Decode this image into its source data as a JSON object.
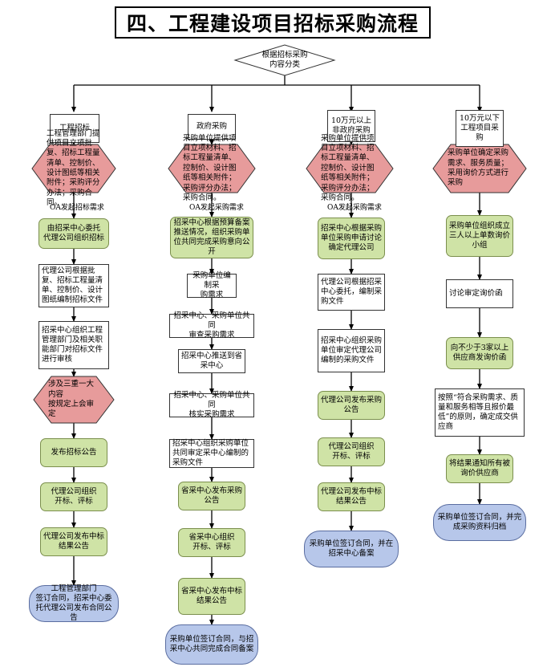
{
  "title": "四、工程建设项目招标采购流程",
  "root": "根据招标采购\n内容分类",
  "branches": [
    {
      "header": "工程招标",
      "start": "工程管理部门提供项目立项批复、招标工程量清单、控制价、设计图纸等相关附件；采购评分办法；采购合同。",
      "note": "OA发起招标需求",
      "steps": [
        "由招采中心委托\n代理公司组织招标",
        "代理公司根据批复、招标工程量清单、控制价、设计图纸编制招标文件",
        "招采中心组织工程管理部门及相关职能部门对招标文件进行审核",
        "涉及三重一大内容\n按规定上会审定",
        "发布招标公告",
        "代理公司组织\n开标、评标",
        "代理公司发布中标\n结果公告",
        "工程管理部门\n签订合同，招采中心委托代理公司发布合同公告"
      ]
    },
    {
      "header": "政府采购",
      "start": "采购单位提供项目立项材料、招标工程量清单、控制价、设计图纸等相关附件；采购评分办法；采购合同。",
      "note": "OA发起采购需求",
      "steps": [
        "招采中心根据预算备案推送情况，组织采购单位共同完成采购意向公开",
        "采购单位编制采\n购需求",
        "招采中心、采购单位共同\n审查采购需求",
        "招采中心推送到省\n采中心",
        "招采中心、采购单位共同\n核实采购需求",
        "招采中心组织采购单位共同审定采中心编制的采购文件",
        "省采中心发布采购\n公告",
        "省采中心组织\n开标、评标",
        "省采中心发布中标\n结果公告",
        "采购单位签订合同，与招采中心共同完成合同备案"
      ]
    },
    {
      "header": "10万元以上\n非政府采购",
      "start": "采购单位提供项目立项材料、招标工程量清单、控制价、设计图纸等相关附件；采购评分办法；采购合同。",
      "note": "OA发起采购需求",
      "steps": [
        "招采中心根据采购单位采购申请讨论确定代理公司",
        "代理公司根据招采中心委托，编制采购文件",
        "招采中心组织采购单位审定代理公司编制的采购文件",
        "代理公司发布采购\n公告",
        "代理公司组织\n开标、评标",
        "代理公司发布中标\n结果公告",
        "采购单位签订合同，并在\n招采中心备案"
      ]
    },
    {
      "header": "10万元以下\n工程项目采\n购",
      "start": "采购单位确定采购需求、服务质量；采用询价方式进行采购",
      "steps": [
        "采购单位组织成立\n三人以上单数询价\n小组",
        "讨论审定询价函",
        "向不少于3家以上\n供应商发询价函",
        "按照“符合采购需求、质量和服务相等且报价最低”的原则，确定成交供应商",
        "将结果通知所有被\n询价供应商",
        "采购单位签订合同，并完成采购资料归档"
      ]
    }
  ],
  "colors": {
    "decision_fill": "#e79b9b",
    "process_fill": "#cfe3a6",
    "end_fill": "#b7c7ea",
    "line": "#000000"
  }
}
